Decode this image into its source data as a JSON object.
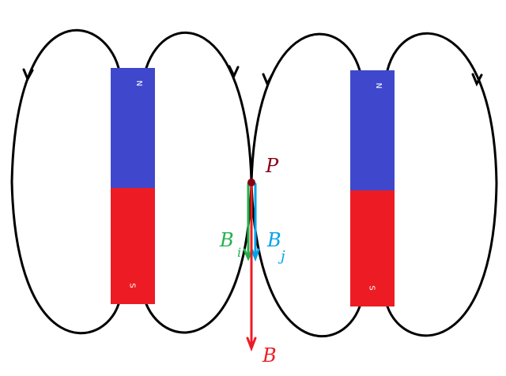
{
  "magnets": [
    {
      "north_label": "N",
      "south_label": "S"
    },
    {
      "north_label": "N",
      "south_label": "S"
    }
  ],
  "labels": {
    "point": "P",
    "field_i_main": "B",
    "field_i_sub": "i",
    "field_j_main": "B",
    "field_j_sub": "j",
    "resultant": "B"
  },
  "colors": {
    "north": "#3f48cc",
    "south": "#ed1c24",
    "field_lines": "#000000",
    "point": "#880015",
    "field_i": "#22b14c",
    "field_j": "#00a2e8",
    "resultant": "#ed1c24"
  }
}
